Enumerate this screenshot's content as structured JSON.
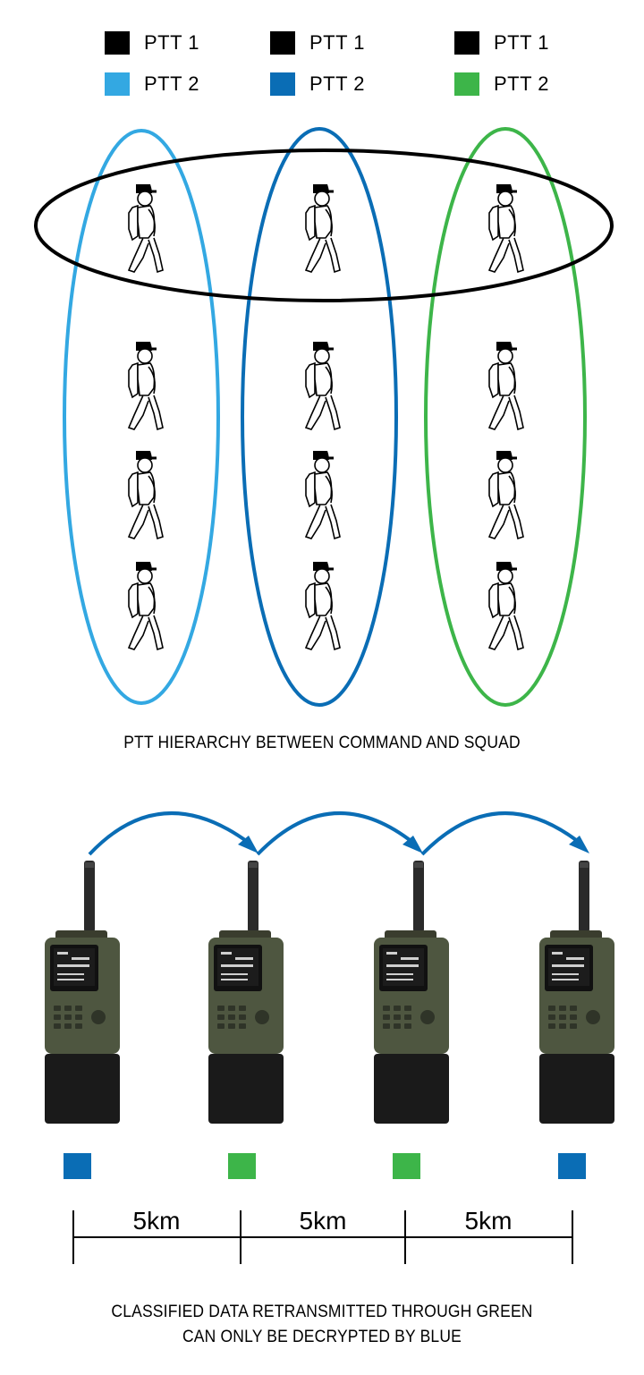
{
  "legend": [
    {
      "swatch_color": "#000000",
      "label": "PTT 1"
    },
    {
      "swatch_color": "#000000",
      "label": "PTT 1"
    },
    {
      "swatch_color": "#000000",
      "label": "PTT 1"
    },
    {
      "swatch_color": "#33a8e2",
      "label": "PTT 2"
    },
    {
      "swatch_color": "#0a6db5",
      "label": "PTT 2"
    },
    {
      "swatch_color": "#3db549",
      "label": "PTT 2"
    }
  ],
  "groups": {
    "command_ring_color": "#000000",
    "squad_ring_colors": [
      "#33a8e2",
      "#0a6db5",
      "#3db549"
    ],
    "soldier_icon": "walking-soldier-icon"
  },
  "captions": {
    "hierarchy": "PTT HIERARCHY BETWEEN COMMAND AND SQUAD",
    "retransmit_line1": "CLASSIFIED DATA RETRANSMITTED THROUGH GREEN",
    "retransmit_line2": "CAN ONLY BE DECRYPTED BY BLUE"
  },
  "relay": {
    "arrow_color": "#0a6db5",
    "radio_icon": "handheld-radio-icon",
    "radio_colors": [
      "#0a6db5",
      "#3db549",
      "#3db549",
      "#0a6db5"
    ],
    "distances": [
      "5km",
      "5km",
      "5km"
    ]
  }
}
